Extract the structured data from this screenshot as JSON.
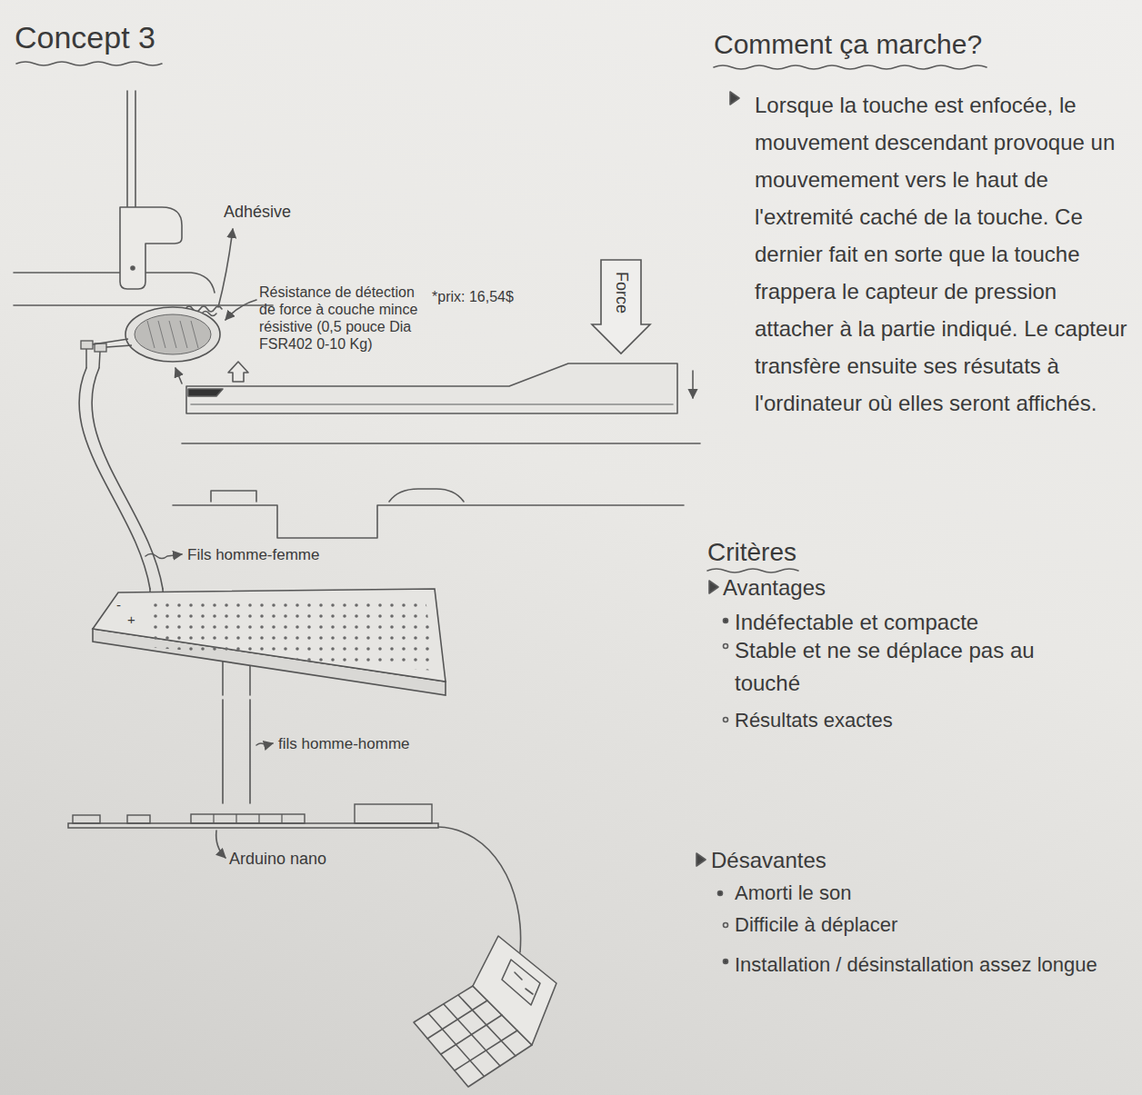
{
  "diagram": {
    "title": "Concept 3",
    "nodes": [
      {
        "text": [
          "Résistance de détection de force à couche mince résistive (0,5 pouce Dia FSR402 0-10 Kg)",
          "*prix: 16,54$"
        ]
      },
      {
        "text": [
          "Force"
        ]
      },
      {
        "text": [
          "-",
          "+"
        ]
      },
      {
        "text": [
          "Arduino nano"
        ]
      }
    ],
    "edges": [
      {
        "from": 0,
        "to": 2,
        "label": "Fils homme-femme",
        "arrow": "none"
      },
      {
        "from": 2,
        "to": 3,
        "label": "fils homme-homme",
        "arrow": "none"
      }
    ],
    "labels": [
      "Adhésive",
      "Comment ça marche?",
      "Lorsque la touche est enfocée, le mouvement descendant provoque un mouvemement vers le haut de l'extremité caché de la touche. Ce dernier fait en sorte que la touche frappera le capteur de pression attacher à la partie indiqué. Le capteur transfère ensuite ses résutats à l'ordinateur où elles seront affichés.",
      "Critères",
      "Avantages",
      "Indéfectable et compacte",
      "Stable et ne se déplace pas au touché",
      "Résultats exactes",
      "Désavantes",
      "Amorti le son",
      "Difficile à déplacer",
      "Installation / désinstallation assez longue"
    ]
  }
}
